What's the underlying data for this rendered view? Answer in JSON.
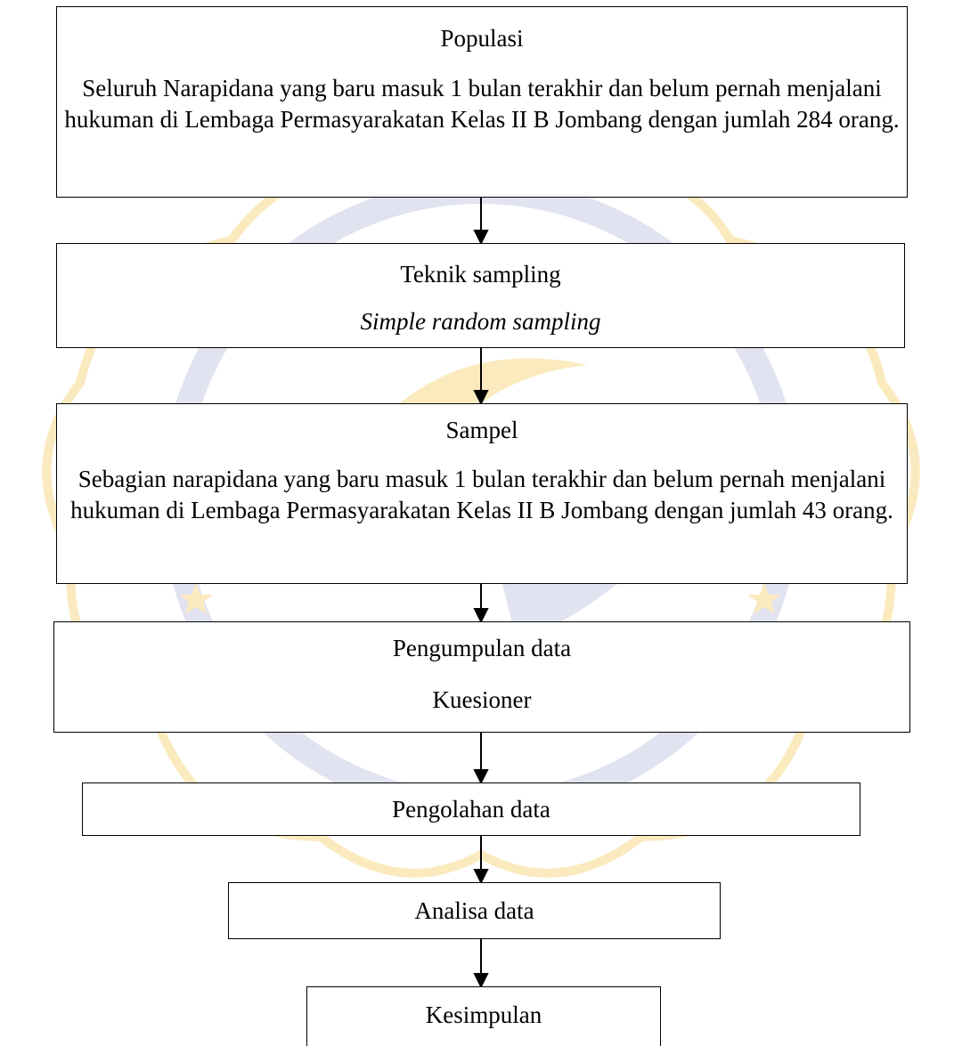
{
  "flowchart": {
    "nodes": [
      {
        "id": "populasi",
        "title": "Populasi",
        "body": "Seluruh Narapidana yang baru masuk 1 bulan terakhir dan belum pernah menjalani hukuman di Lembaga Permasyarakatan Kelas II B Jombang dengan jumlah 284 orang."
      },
      {
        "id": "teknik-sampling",
        "title": "Teknik sampling",
        "body": "Simple random sampling"
      },
      {
        "id": "sampel",
        "title": "Sampel",
        "body": "Sebagian narapidana yang baru masuk 1 bulan terakhir dan belum pernah menjalani hukuman di Lembaga Permasyarakatan Kelas II B Jombang dengan jumlah 43 orang."
      },
      {
        "id": "pengumpulan-data",
        "title": "Pengumpulan data",
        "body": "Kuesioner"
      },
      {
        "id": "pengolahan-data",
        "title": "Pengolahan data"
      },
      {
        "id": "analisa-data",
        "title": "Analisa data"
      },
      {
        "id": "kesimpulan",
        "title": "Kesimpulan"
      }
    ],
    "edges": [
      {
        "from": "populasi",
        "to": "teknik-sampling"
      },
      {
        "from": "teknik-sampling",
        "to": "sampel"
      },
      {
        "from": "sampel",
        "to": "pengumpulan-data"
      },
      {
        "from": "pengumpulan-data",
        "to": "pengolahan-data"
      },
      {
        "from": "pengolahan-data",
        "to": "analisa-data"
      },
      {
        "from": "analisa-data",
        "to": "kesimpulan"
      }
    ],
    "colors": {
      "line": "#000000",
      "box_fill": "#ffffff",
      "watermark_gold": "#f6d98a",
      "watermark_blue": "#c9cde6"
    }
  }
}
